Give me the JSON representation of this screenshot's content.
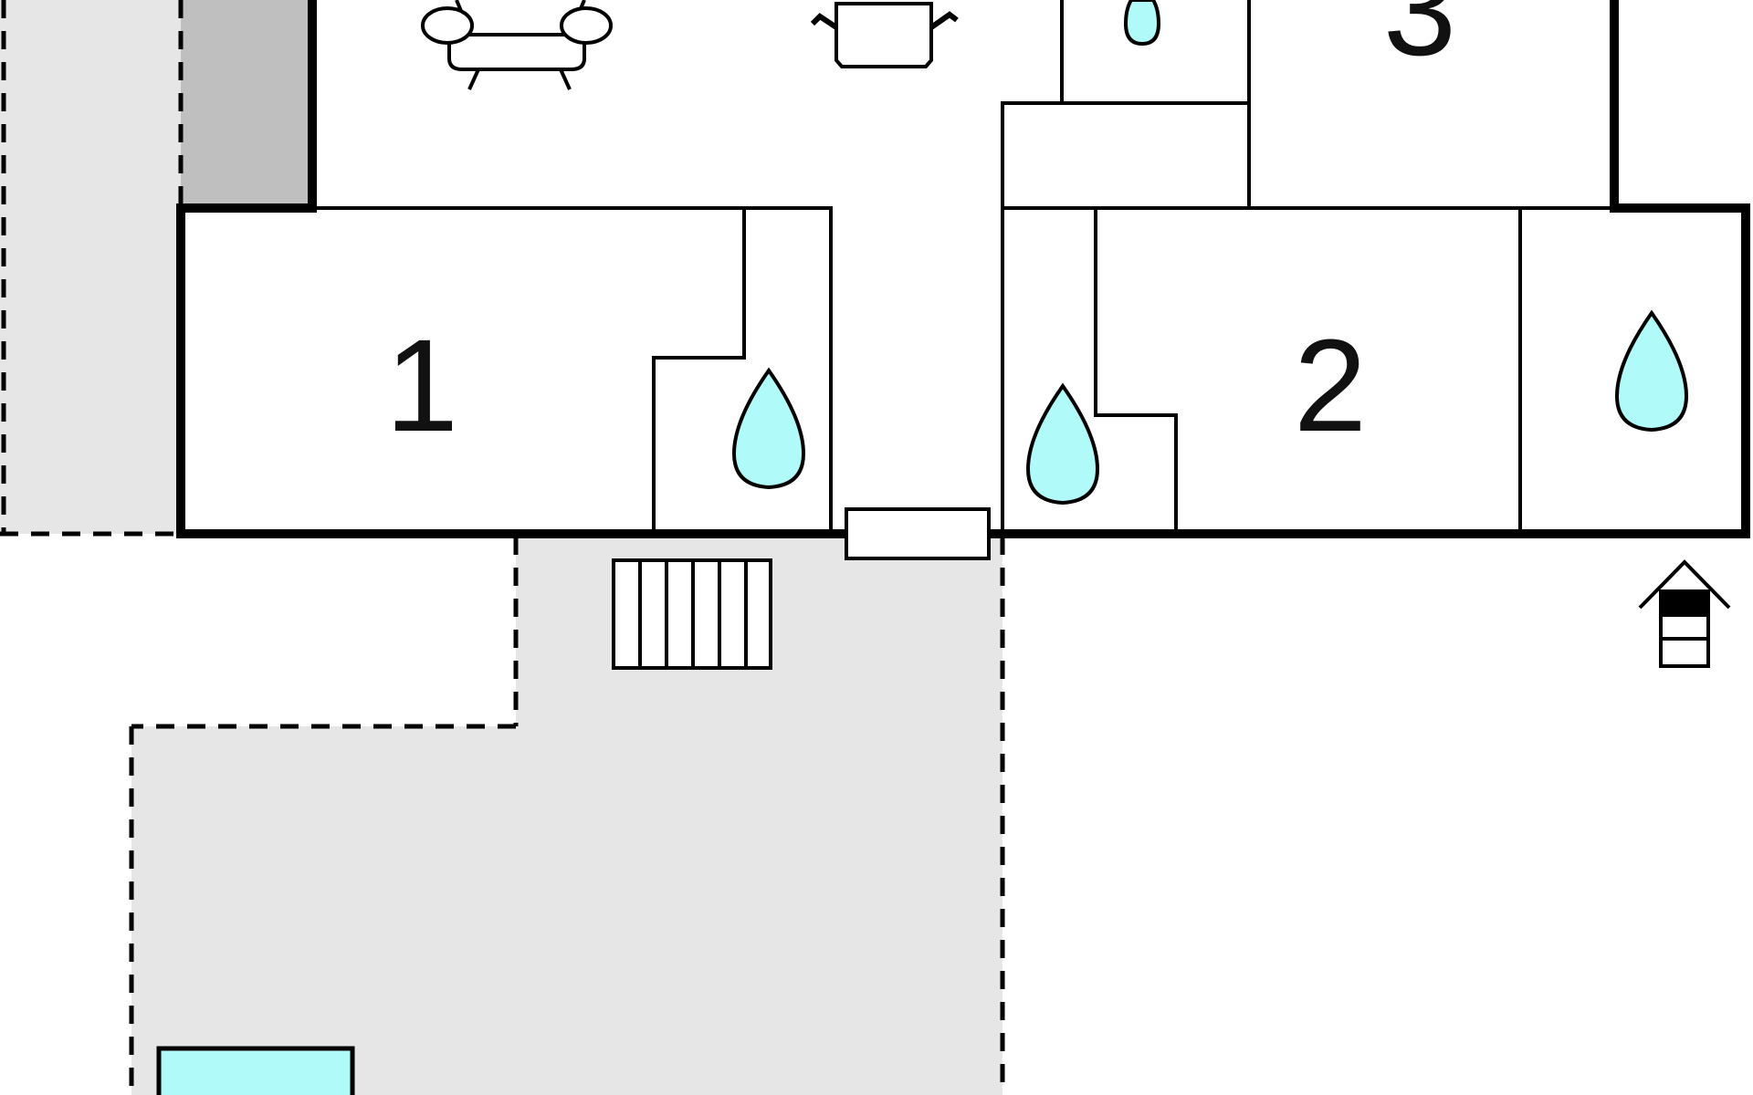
{
  "rooms": [
    {
      "id": "room-1",
      "label": "1"
    },
    {
      "id": "room-2",
      "label": "2"
    },
    {
      "id": "room-3",
      "label": "3"
    }
  ],
  "icons": [
    {
      "name": "sofa-icon"
    },
    {
      "name": "cooking-pot-icon"
    },
    {
      "name": "water-drop-icon"
    },
    {
      "name": "stairs-icon"
    },
    {
      "name": "house-entrance-icon"
    }
  ],
  "colors": {
    "wall": "#000000",
    "terrace": "#e6e6e6",
    "outer_annex": "#e6e6e6",
    "dark_annex": "#bfbfbf",
    "water": "#b0fafa",
    "background": "#ffffff"
  }
}
